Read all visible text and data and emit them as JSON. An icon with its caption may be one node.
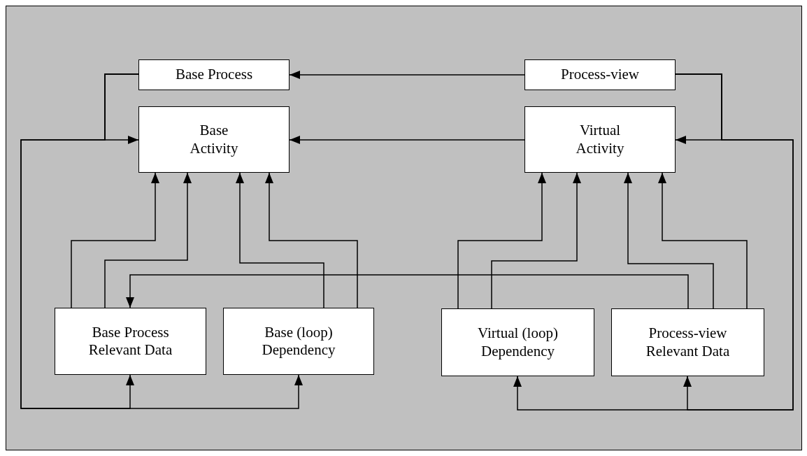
{
  "diagram": {
    "nodes": [
      {
        "text": [
          "Base Process"
        ]
      },
      {
        "text": [
          "Process-view"
        ]
      },
      {
        "text": [
          "Base Activity"
        ]
      },
      {
        "text": [
          "Virtual Activity"
        ]
      },
      {
        "text": [
          "Base Process Relevant Data"
        ]
      },
      {
        "text": [
          "Base (loop) Dependency"
        ]
      },
      {
        "text": [
          "Virtual (loop) Dependency"
        ]
      },
      {
        "text": [
          "Process-view Relevant Data"
        ]
      }
    ],
    "edges": [
      {
        "from": 1,
        "to": 0,
        "arrow": "to"
      },
      {
        "from": 0,
        "to": 2,
        "arrow": "to"
      },
      {
        "from": 1,
        "to": 3,
        "arrow": "to"
      },
      {
        "from": 3,
        "to": 2,
        "arrow": "to"
      },
      {
        "from": 4,
        "to": 2,
        "arrow": "to"
      },
      {
        "from": 4,
        "to": 2,
        "arrow": "to"
      },
      {
        "from": 5,
        "to": 2,
        "arrow": "to"
      },
      {
        "from": 5,
        "to": 2,
        "arrow": "to"
      },
      {
        "from": 6,
        "to": 3,
        "arrow": "to"
      },
      {
        "from": 6,
        "to": 3,
        "arrow": "to"
      },
      {
        "from": 7,
        "to": 3,
        "arrow": "to"
      },
      {
        "from": 7,
        "to": 3,
        "arrow": "to"
      },
      {
        "from": 7,
        "to": 4,
        "arrow": "to"
      },
      {
        "from": 0,
        "to": 4,
        "arrow": "to"
      },
      {
        "from": 0,
        "to": 5,
        "arrow": "to"
      },
      {
        "from": 1,
        "to": 6,
        "arrow": "to"
      },
      {
        "from": 1,
        "to": 7,
        "arrow": "to"
      }
    ]
  }
}
